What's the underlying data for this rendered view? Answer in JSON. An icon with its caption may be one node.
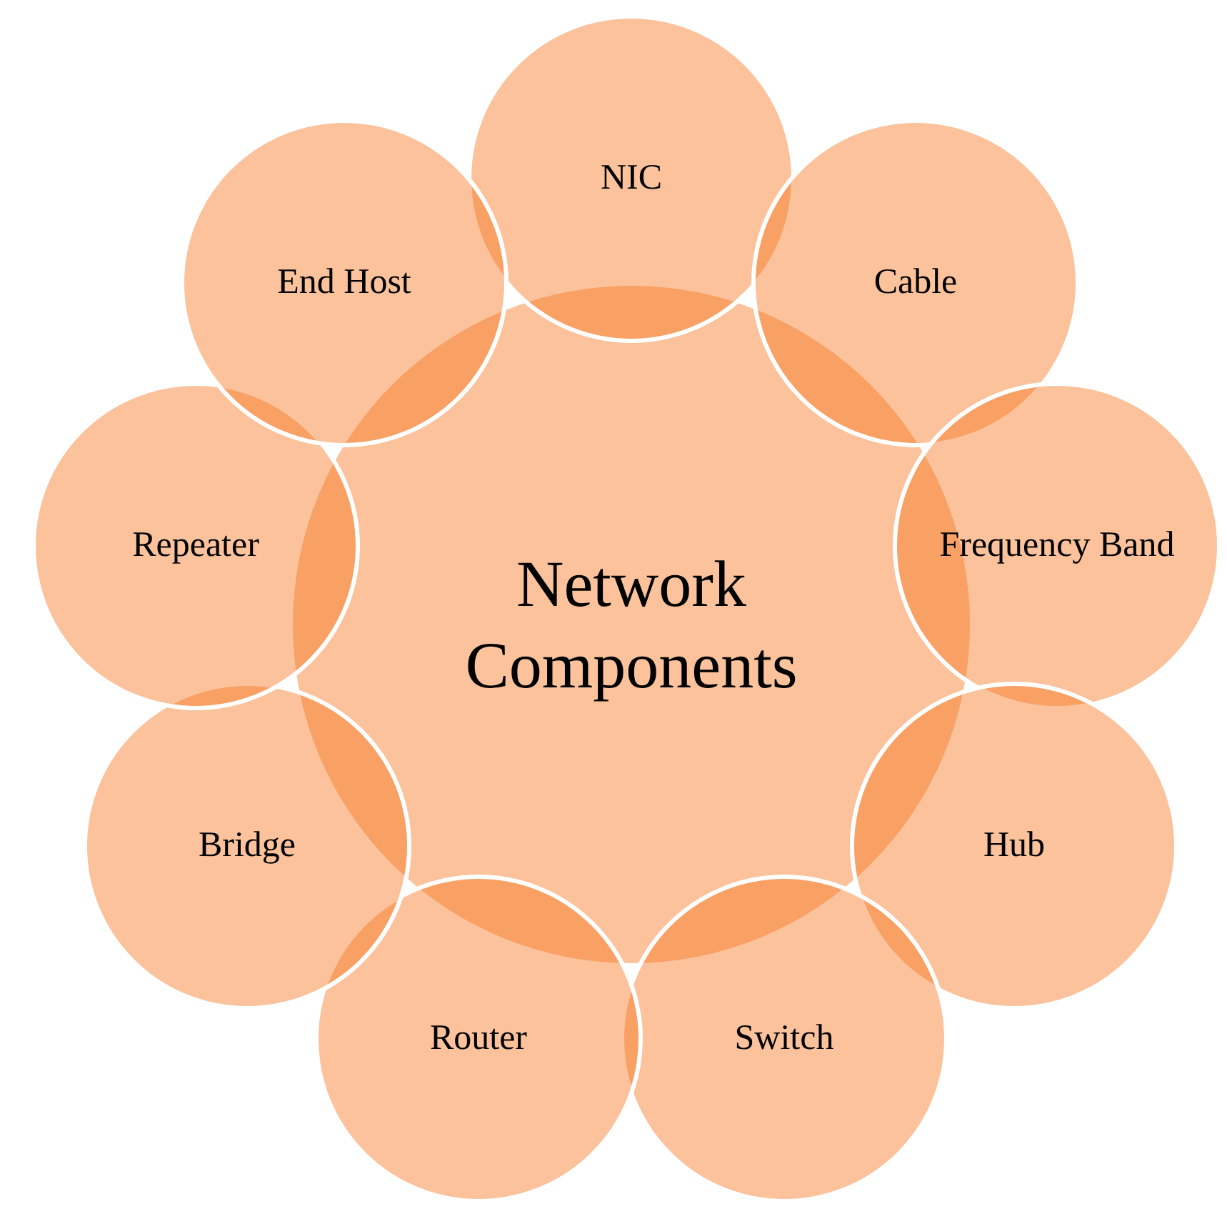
{
  "diagram": {
    "nodes": [
      {
        "text": [
          "Network Components"
        ]
      },
      {
        "text": [
          "NIC"
        ]
      },
      {
        "text": [
          "Cable"
        ]
      },
      {
        "text": [
          "Frequency Band"
        ]
      },
      {
        "text": [
          "Hub"
        ]
      },
      {
        "text": [
          "Switch"
        ]
      },
      {
        "text": [
          "Router"
        ]
      },
      {
        "text": [
          "Bridge"
        ]
      },
      {
        "text": [
          "Repeater"
        ]
      },
      {
        "text": [
          "End Host"
        ]
      }
    ]
  }
}
